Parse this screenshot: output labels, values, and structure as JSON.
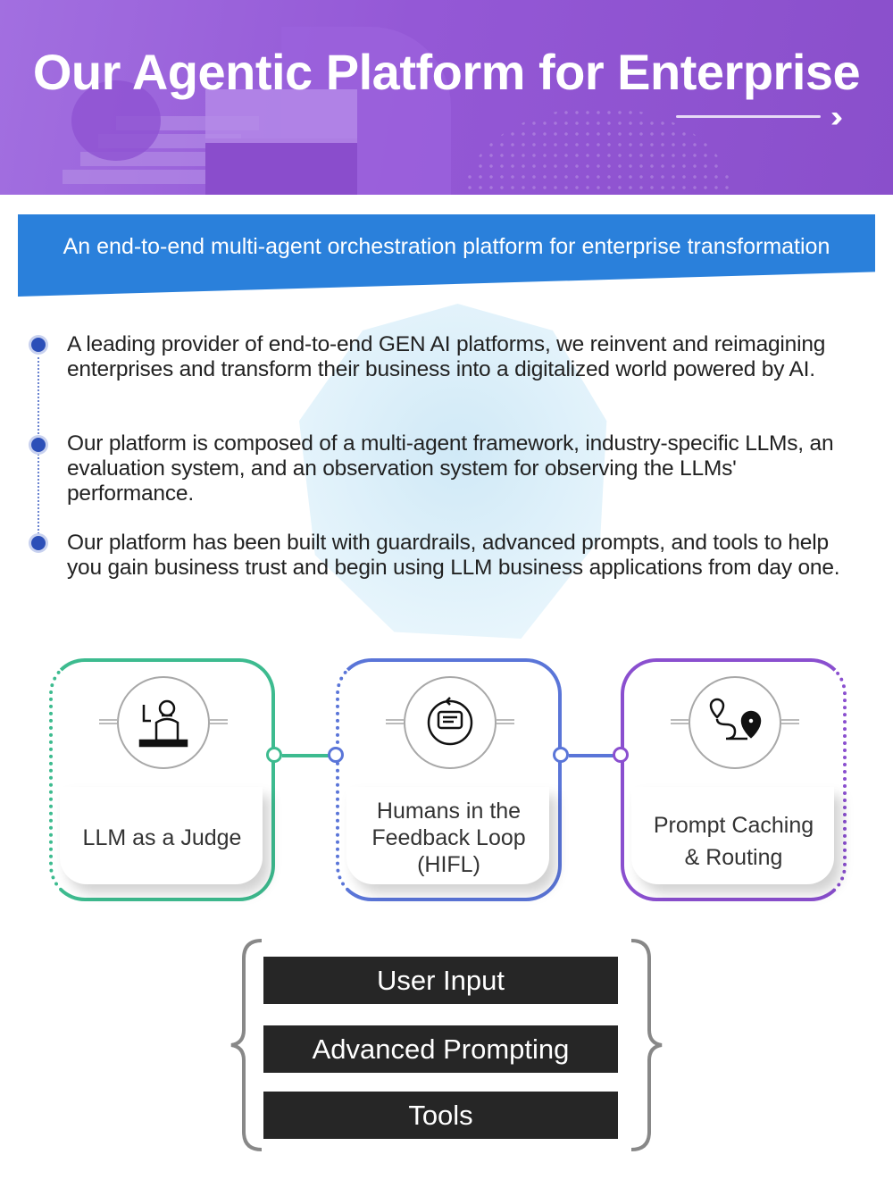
{
  "header": {
    "title": "Our Agentic Platform for Enterprise",
    "arrow_icon": "triple-chevron-right"
  },
  "banner": {
    "text": "An end-to-end multi-agent orchestration platform for enterprise transformation"
  },
  "bullets": [
    "A leading provider of end-to-end GEN AI platforms, we reinvent and reimagining  enterprises and transform their business into a digitalized world powered by AI.",
    "Our platform is composed of a multi-agent framework, industry-specific LLMs, an evaluation system, and an observation system for observing the LLMs' performance.",
    "Our platform has been built with guardrails, advanced prompts, and tools to help you gain business trust and begin using LLM business applications from day one."
  ],
  "cards": [
    {
      "label": "LLM as a Judge",
      "icon": "judge-icon",
      "color": "#3dbb8f"
    },
    {
      "label_lines": [
        "Humans in the",
        "Feedback Loop",
        "(HIFL)"
      ],
      "icon": "feedback-loop-icon",
      "color": "#5a75d8"
    },
    {
      "label_lines": [
        "Prompt Caching",
        "& Routing"
      ],
      "icon": "route-icon",
      "color": "#8a4fcf"
    }
  ],
  "stack": [
    "User Input",
    "Advanced Prompting",
    "Tools"
  ],
  "colors": {
    "hero": "#9458d6",
    "banner": "#2a80db",
    "bar": "#262626"
  }
}
